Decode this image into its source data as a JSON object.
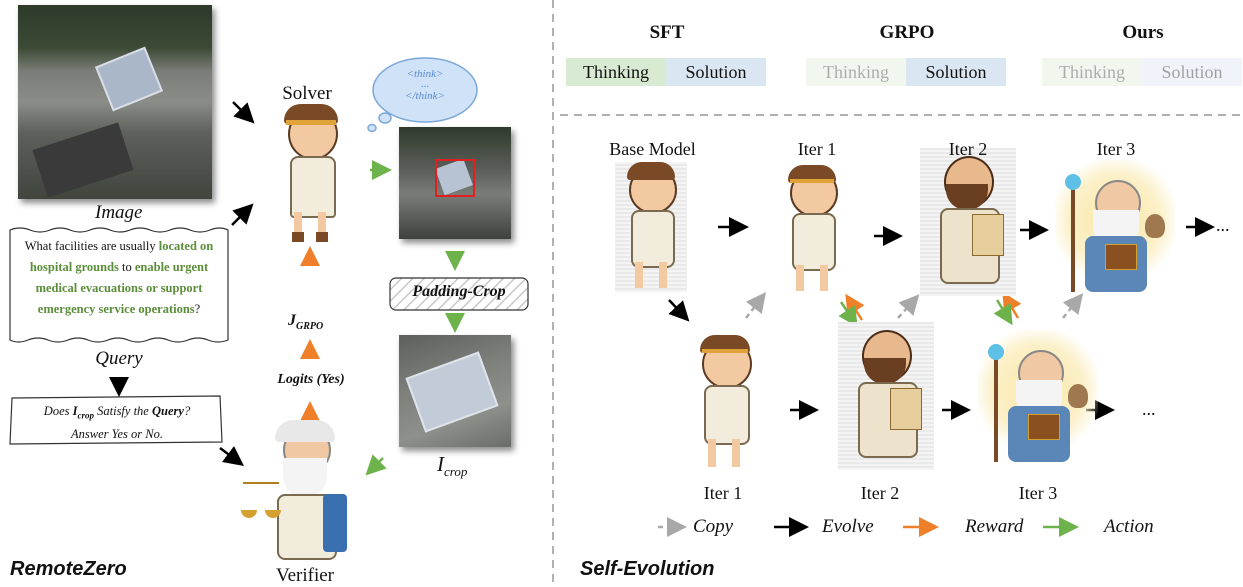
{
  "left": {
    "image_label": "Image",
    "solver_label": "Solver",
    "think_open": "<think>",
    "think_dots": "...",
    "think_close": "</think>",
    "query_parts": [
      {
        "text": "What facilities are usually ",
        "green": false
      },
      {
        "text": "located on hospital grounds",
        "green": true
      },
      {
        "text": " to ",
        "green": false
      },
      {
        "text": "enable urgent medical evacuations or support emergency service operations",
        "green": true
      },
      {
        "text": "?",
        "green": false
      }
    ],
    "query_label": "Query",
    "check_q1": "Does",
    "check_icrop": "I",
    "check_icrop_sub": "crop",
    "check_q2": "Satisfy the",
    "check_query": "Query",
    "check_q3": "?",
    "check_q4": "Answer Yes or No.",
    "padding_crop": "Padding-Crop",
    "icrop_label": "I",
    "icrop_sub": "crop",
    "jgrpo": "J",
    "jgrpo_sub": "GRPO",
    "logits": "Logits (Yes)",
    "verifier_label": "Verifier",
    "section_title": "RemoteZero"
  },
  "right": {
    "methods": [
      {
        "name": "SFT",
        "thinking": "Thinking",
        "solution": "Solution",
        "thinking_faded": false,
        "solution_faded": false
      },
      {
        "name": "GRPO",
        "thinking": "Thinking",
        "solution": "Solution",
        "thinking_faded": true,
        "solution_faded": false
      },
      {
        "name": "Ours",
        "thinking": "Thinking",
        "solution": "Solution",
        "thinking_faded": true,
        "solution_faded": true
      }
    ],
    "top_labels": [
      "Base Model",
      "Iter 1",
      "Iter 2",
      "Iter 3"
    ],
    "bottom_labels": [
      "Iter 1",
      "Iter 2",
      "Iter 3"
    ],
    "ellipsis": "...",
    "legend": [
      {
        "label": "Copy",
        "color": "#a8a8a8",
        "dashed": true
      },
      {
        "label": "Evolve",
        "color": "#000000",
        "dashed": false
      },
      {
        "label": "Reward",
        "color": "#f07f2a",
        "dashed": false
      },
      {
        "label": "Action",
        "color": "#6db24a",
        "dashed": false
      }
    ],
    "section_title": "Self-Evolution"
  },
  "colors": {
    "thinking_bg": "#d9ead3",
    "solution_bg": "#dbe6f3",
    "orange": "#f07f2a",
    "green": "#6db24a",
    "green_text": "#5b8e3a",
    "divider": "#b0b0b0"
  }
}
